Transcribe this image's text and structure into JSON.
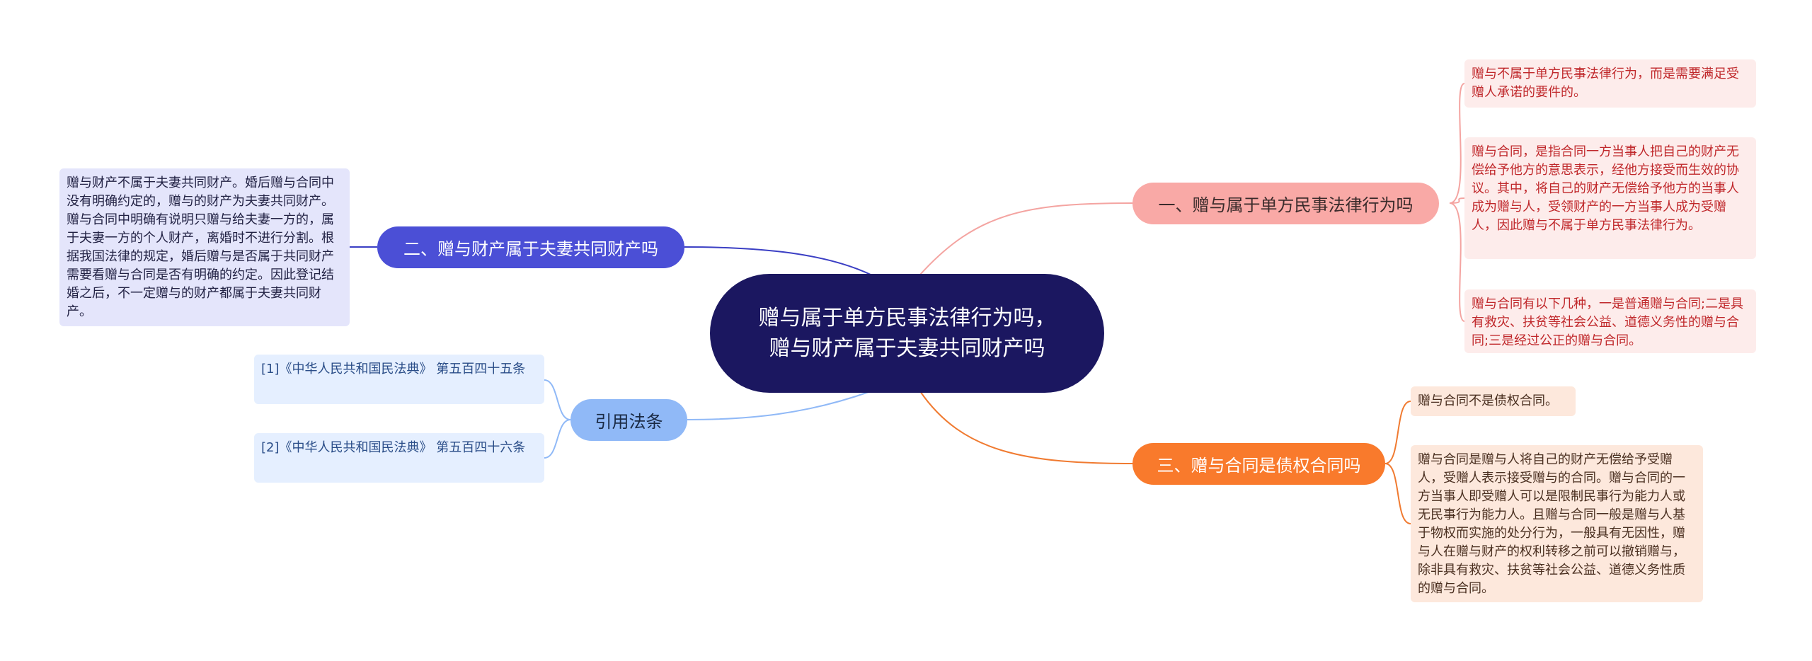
{
  "root": {
    "title": "赠与属于单方民事法律行为吗，赠与财产属于夫妻共同财产吗"
  },
  "branches": [
    {
      "label": "一、赠与属于单方民事法律行为吗",
      "color": "#f9a9a6"
    },
    {
      "label": "二、赠与财产属于夫妻共同财产吗",
      "color": "#4b4fd6"
    },
    {
      "label": "三、赠与合同是债权合同吗",
      "color": "#f97a2c"
    },
    {
      "label": "引用法条",
      "color": "#90b9f7"
    }
  ],
  "leaves": {
    "b1_1": "赠与不属于单方民事法律行为，而是需要满足受赠人承诺的要件的。",
    "b1_2": "赠与合同，是指合同一方当事人把自己的财产无偿给予他方的意思表示，经他方接受而生效的协议。其中，将自己的财产无偿给予他方的当事人成为赠与人，受领财产的一方当事人成为受赠人，因此赠与不属于单方民事法律行为。",
    "b1_3": "赠与合同有以下几种，一是普通赠与合同;二是具有救灾、扶贫等社会公益、道德义务性的赠与合同;三是经过公正的赠与合同。",
    "b2_1": "赠与财产不属于夫妻共同财产。婚后赠与合同中没有明确约定的，赠与的财产为夫妻共同财产。赠与合同中明确有说明只赠与给夫妻一方的，属于夫妻一方的个人财产，离婚时不进行分割。根据我国法律的规定，婚后赠与是否属于共同财产需要看赠与合同是否有明确的约定。因此登记结婚之后，不一定赠与的财产都属于夫妻共同财产。",
    "b4_1": "[1]《中华人民共和国民法典》 第五百四十五条",
    "b4_2": "[2]《中华人民共和国民法典》 第五百四十六条",
    "b3_1": "赠与合同不是债权合同。",
    "b3_2": "赠与合同是赠与人将自己的财产无偿给予受赠人，受赠人表示接受赠与的合同。赠与合同的一方当事人即受赠人可以是限制民事行为能力人或无民事行为能力人。且赠与合同一般是赠与人基于物权而实施的处分行为，一般具有无因性，赠与人在赠与财产的权利转移之前可以撤销赠与，除非具有救灾、扶贫等社会公益、道德义务性质的赠与合同。"
  }
}
